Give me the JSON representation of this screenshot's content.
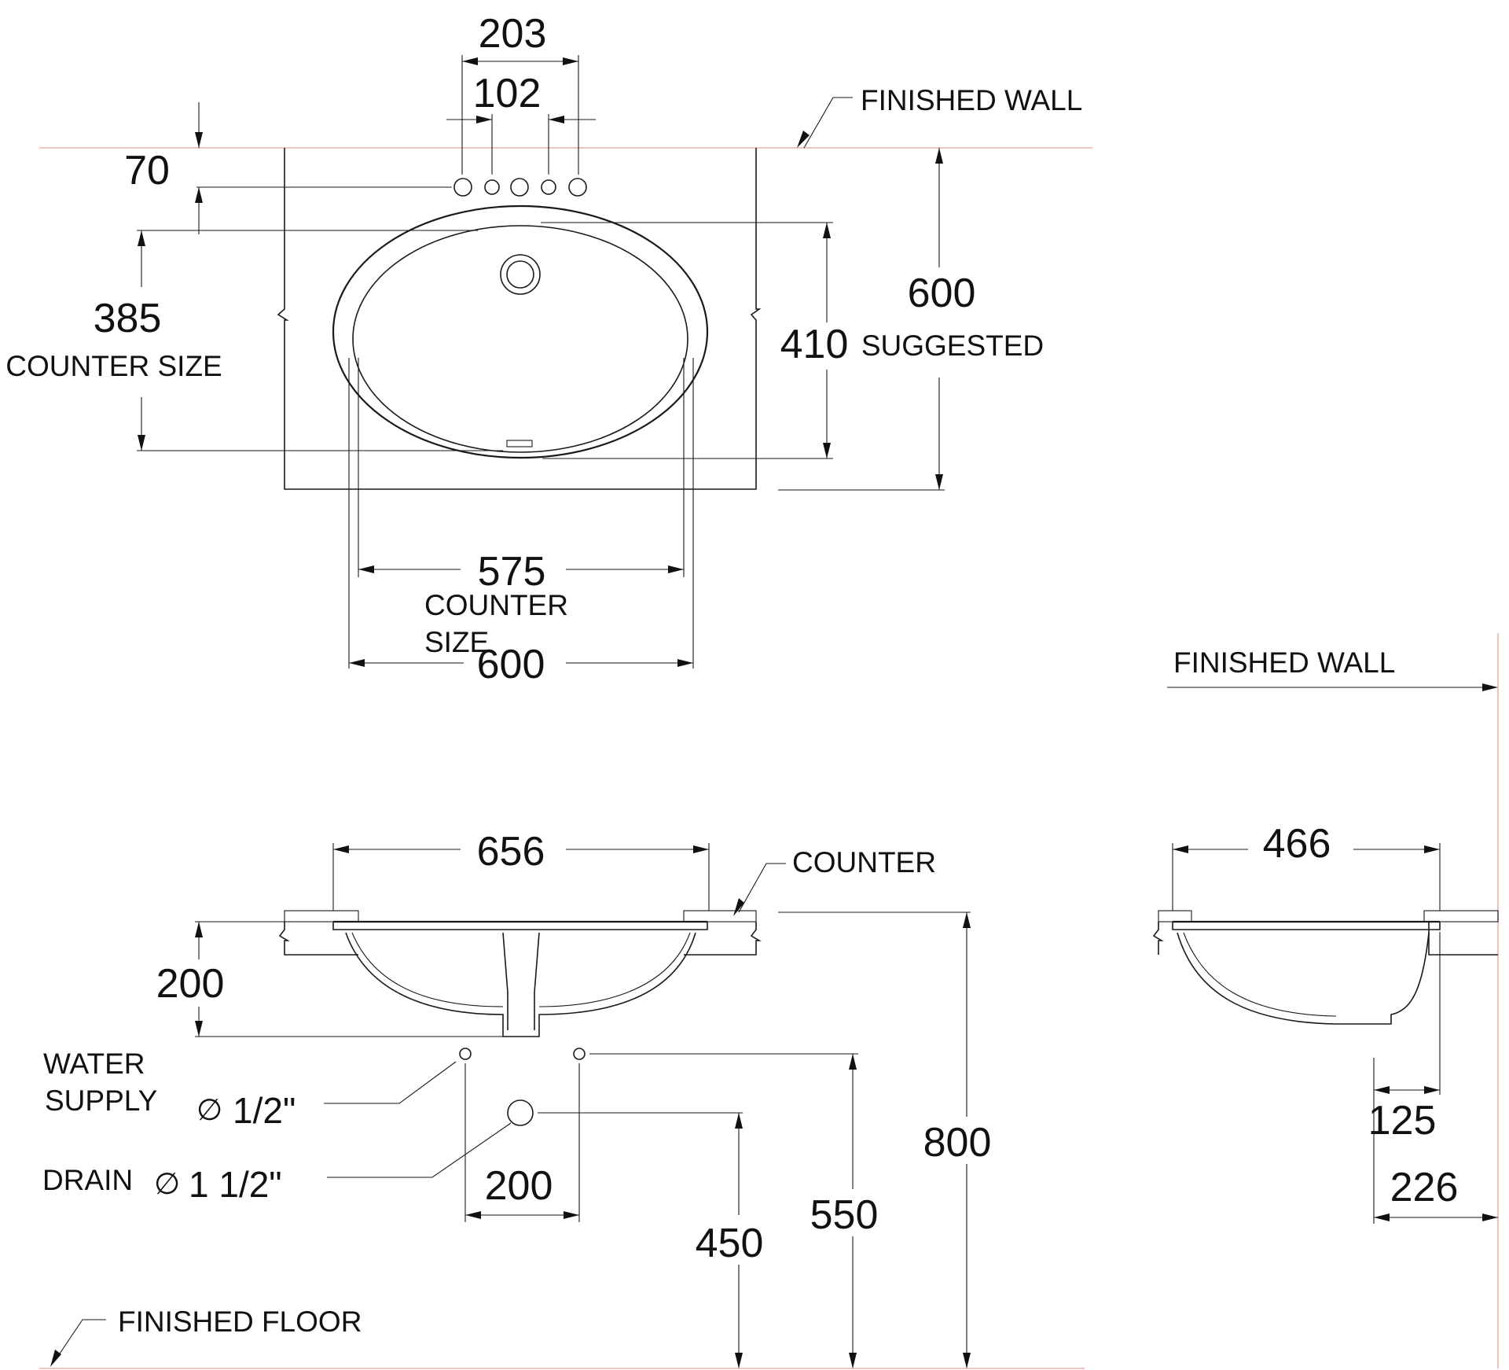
{
  "plan_view": {
    "dim_203": "203",
    "dim_102": "102",
    "dim_70": "70",
    "dim_385": "385",
    "label_counter_size": "COUNTER SIZE",
    "dim_410": "410",
    "dim_600_depth": "600",
    "label_suggested": "SUGGESTED",
    "dim_575": "575",
    "label_counter": "COUNTER",
    "label_size": "SIZE",
    "dim_600_width": "600",
    "label_finished_wall": "FINISHED WALL"
  },
  "front_view": {
    "dim_656": "656",
    "label_counter": "COUNTER",
    "dim_200_height": "200",
    "label_water": "WATER",
    "label_supply": "SUPPLY",
    "water_supply_size": "1/2\"",
    "label_drain": "DRAIN",
    "drain_size": "1 1/2\"",
    "dim_200_spacing": "200",
    "dim_450": "450",
    "dim_550": "550",
    "dim_800": "800",
    "label_finished_floor": "FINISHED FLOOR",
    "diameter_symbol": "∅"
  },
  "side_view": {
    "label_finished_wall": "FINISHED WALL",
    "dim_466": "466",
    "dim_125": "125",
    "dim_226": "226"
  }
}
